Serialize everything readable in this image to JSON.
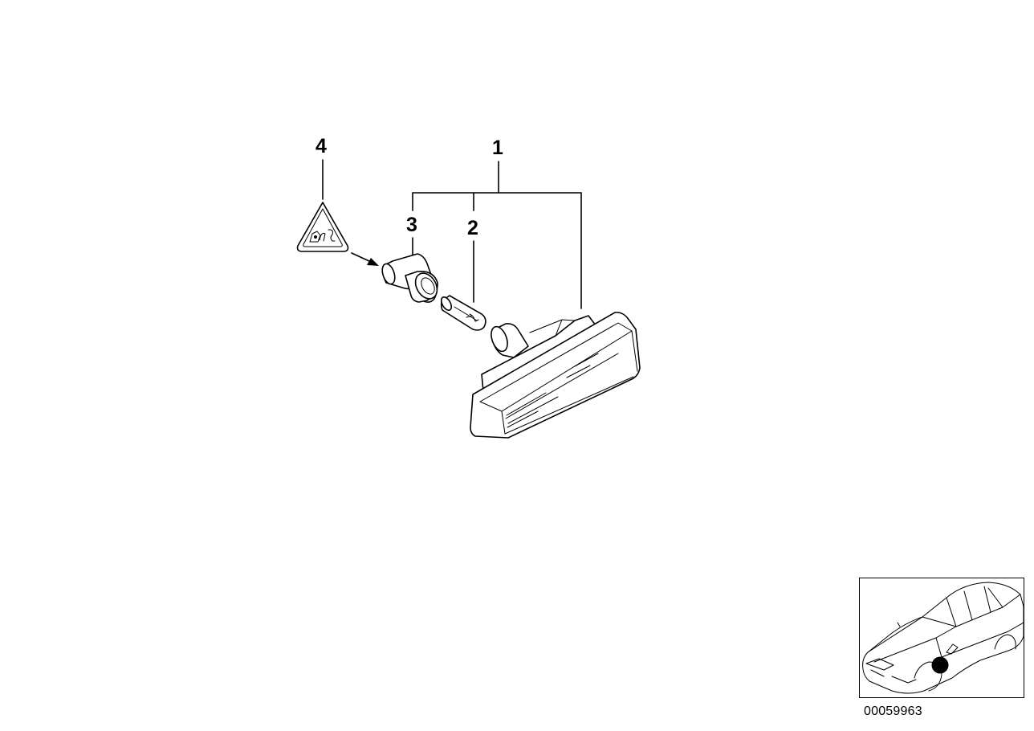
{
  "callouts": {
    "c1": "1",
    "c2": "2",
    "c3": "3",
    "c4": "4"
  },
  "thumbnail": {
    "subject": "car-location-thumbnail",
    "marker_color": "#000000"
  },
  "diagram_id": "00059963",
  "icons": {
    "tool_warning": "hand-tool-warning-icon",
    "arrow": "arrow-icon"
  }
}
